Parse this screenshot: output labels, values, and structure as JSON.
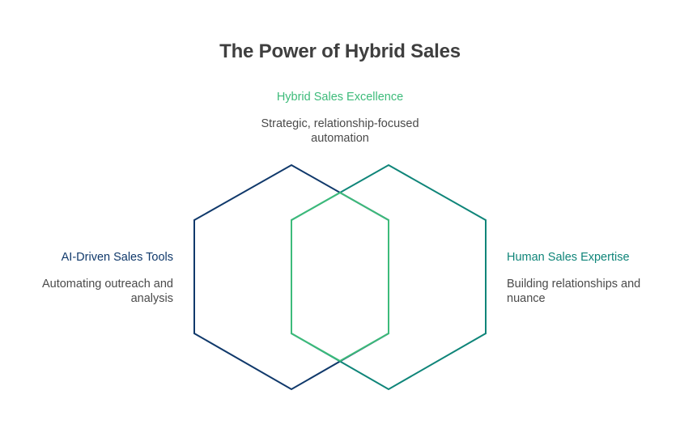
{
  "title": "The Power of Hybrid Sales",
  "center": {
    "label": "Hybrid Sales Excellence",
    "description": "Strategic, relationship-focused automation",
    "color": "#3dbb7a"
  },
  "left": {
    "label": "AI-Driven Sales Tools",
    "description": "Automating outreach and analysis",
    "color": "#10396b"
  },
  "right": {
    "label": "Human Sales Expertise",
    "description": "Building relationships and nuance",
    "color": "#0f8579"
  },
  "colors": {
    "title": "#3f3f3f",
    "description": "#4a4a4a",
    "overlap": "#3dbb7a"
  }
}
